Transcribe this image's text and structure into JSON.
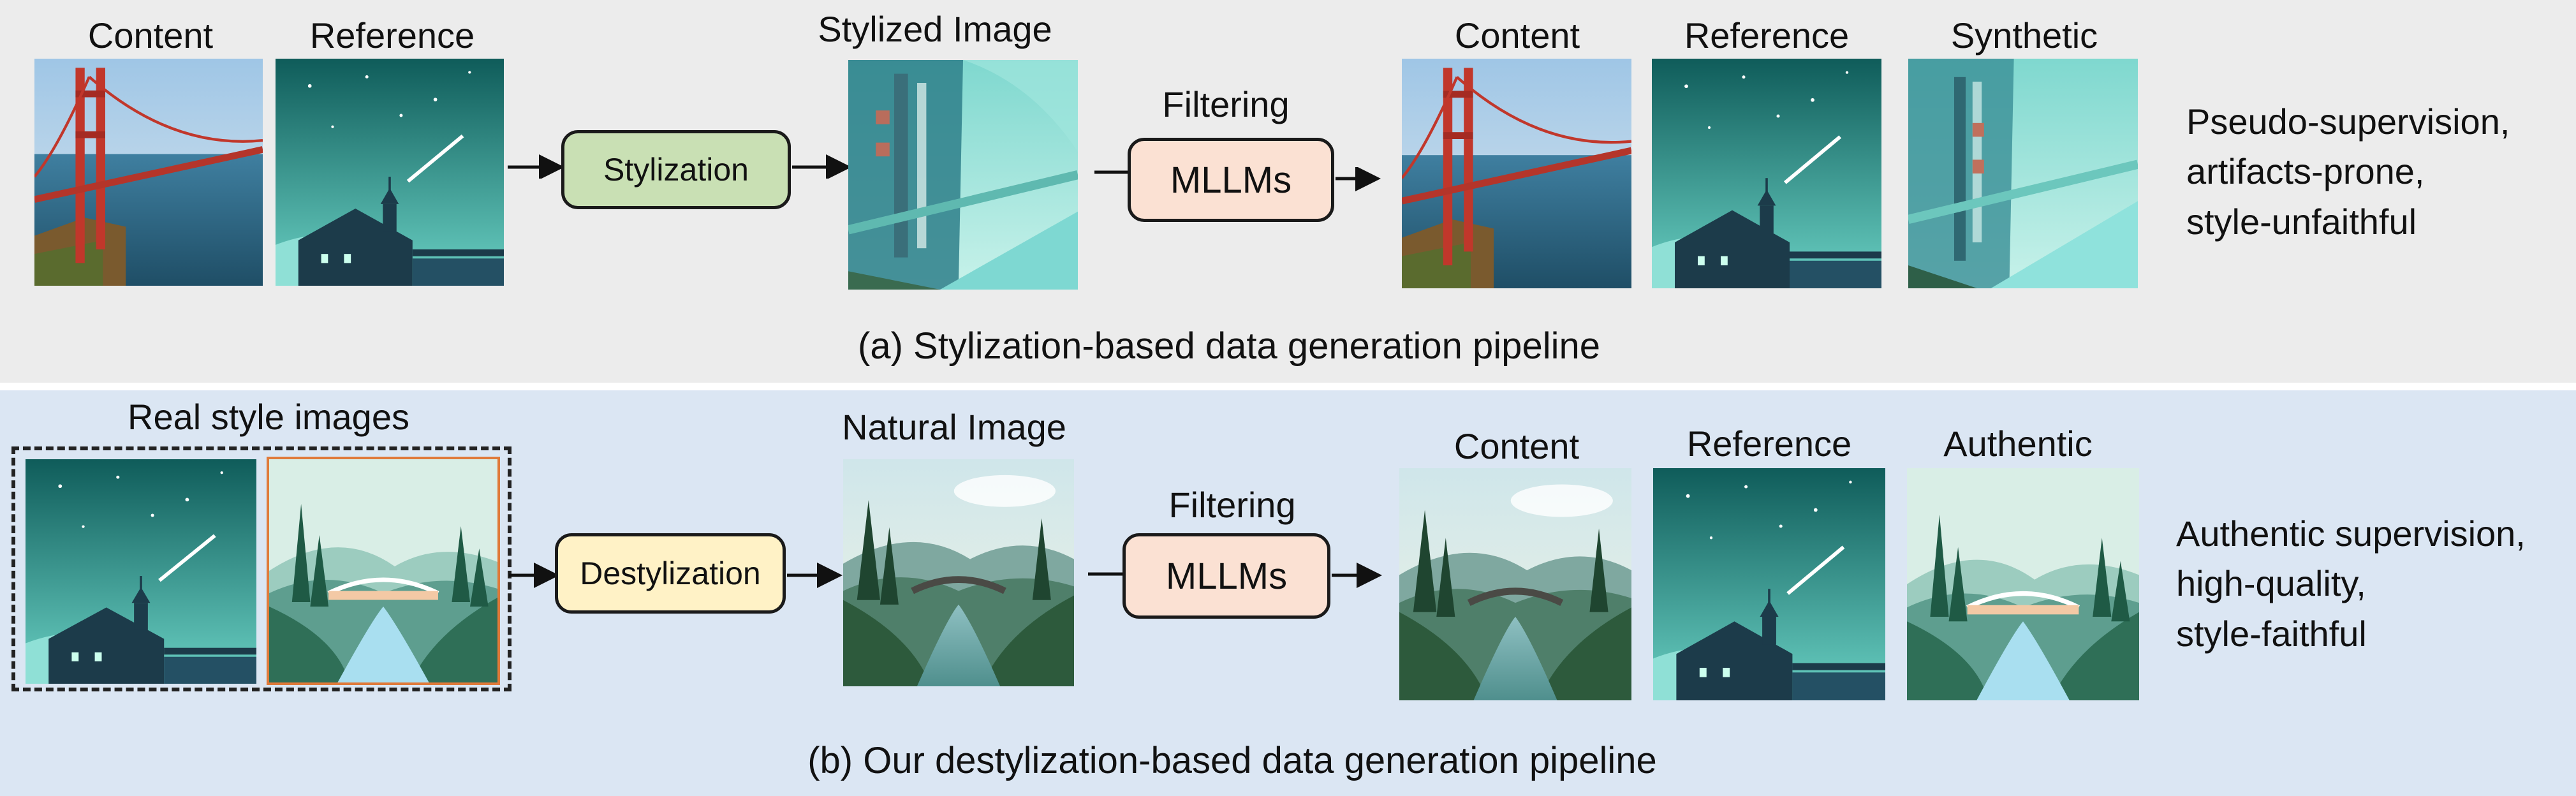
{
  "panel_a": {
    "labels": {
      "content_left": "Content",
      "reference_left": "Reference",
      "stylized": "Stylized Image",
      "filtering": "Filtering",
      "content_right": "Content",
      "reference_right": "Reference",
      "synthetic": "Synthetic"
    },
    "boxes": {
      "stylization": "Stylization",
      "mllms": "MLLMs"
    },
    "notes": [
      "Pseudo-supervision,",
      "artifacts-prone,",
      "style-unfaithful"
    ],
    "caption": "(a) Stylization-based data generation pipeline"
  },
  "panel_b": {
    "labels": {
      "real_style": "Real style images",
      "natural": "Natural Image",
      "filtering": "Filtering",
      "content": "Content",
      "reference": "Reference",
      "authentic": "Authentic"
    },
    "boxes": {
      "destylization": "Destylization",
      "mllms": "MLLMs"
    },
    "notes": [
      "Authentic supervision,",
      "high-quality,",
      "style-faithful"
    ],
    "caption": "(b) Our destylization-based data generation pipeline"
  },
  "colors": {
    "stylization_box": "#c9e0b4",
    "destylization_box": "#fff2c6",
    "mllms_box": "#fbe1d3",
    "panel_a_bg": "#ececec",
    "panel_b_bg": "#dbe6f3"
  }
}
